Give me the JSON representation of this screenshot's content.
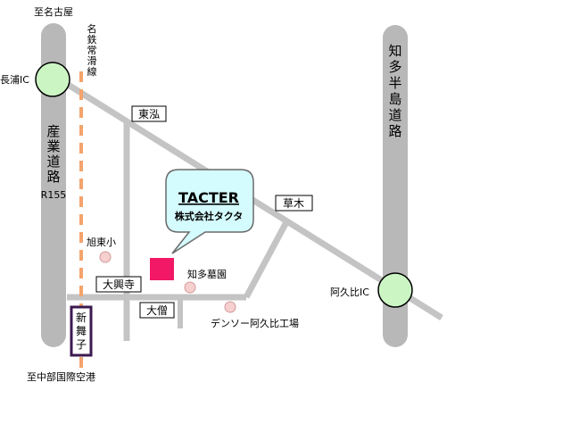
{
  "labels": {
    "to_nagoya": "至名古屋",
    "meitetsu_line": "名鉄常滑線",
    "nagaura_ic": "長浦IC",
    "sangyo_road": "産業道路",
    "r155": "R155",
    "to_airport": "至中部国際空港",
    "shin_maiko": "新舞子",
    "chita_peninsula_road": "知多半島道路",
    "agui_ic": "阿久比IC",
    "higashi_hiro": "東泓",
    "kusagi": "草木",
    "daikouji": "大興寺",
    "ozo": "大僧",
    "asahi_higashi_elementary": "旭東小",
    "chita_cemetery": "知多墓園",
    "denso_agui_plant": "デンソー阿久比工場"
  },
  "callout": {
    "brand": "TACTER",
    "company": "株式会社タクタ"
  },
  "colors": {
    "major_road": "#b8b8b8",
    "local_road": "#c4c4c4",
    "rail_line": "#f4a46c",
    "ic_fill": "#ccf5c4",
    "landmark_fill": "#f6cfcf",
    "landmark_stroke": "#d49a9a",
    "company_marker": "#f21865",
    "callout_fill": "#d4fbfd",
    "callout_stroke": "#6a6a6a",
    "brand_text": "#1a9a1a",
    "station_border": "#3c1a50"
  }
}
